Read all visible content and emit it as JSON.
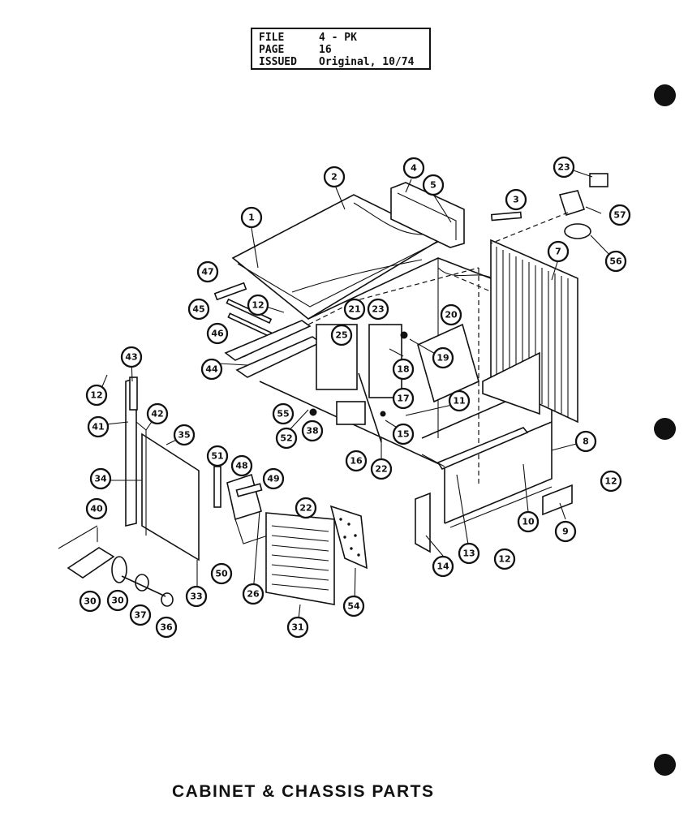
{
  "header": {
    "rows": [
      {
        "label": "FILE",
        "value": "4 - PK"
      },
      {
        "label": "PAGE",
        "value": "16"
      },
      {
        "label": "ISSUED",
        "value": "Original, 10/74"
      }
    ]
  },
  "title": "CABINET & CHASSIS PARTS",
  "callouts": [
    {
      "label": "1"
    },
    {
      "label": "2"
    },
    {
      "label": "3"
    },
    {
      "label": "4"
    },
    {
      "label": "5"
    },
    {
      "label": "7"
    },
    {
      "label": "8"
    },
    {
      "label": "9"
    },
    {
      "label": "10"
    },
    {
      "label": "11"
    },
    {
      "label": "12"
    },
    {
      "label": "12"
    },
    {
      "label": "12"
    },
    {
      "label": "12"
    },
    {
      "label": "13"
    },
    {
      "label": "14"
    },
    {
      "label": "15"
    },
    {
      "label": "16"
    },
    {
      "label": "17"
    },
    {
      "label": "18"
    },
    {
      "label": "19"
    },
    {
      "label": "20"
    },
    {
      "label": "21"
    },
    {
      "label": "22"
    },
    {
      "label": "22"
    },
    {
      "label": "23"
    },
    {
      "label": "23"
    },
    {
      "label": "25"
    },
    {
      "label": "26"
    },
    {
      "label": "30"
    },
    {
      "label": "30"
    },
    {
      "label": "31"
    },
    {
      "label": "33"
    },
    {
      "label": "34"
    },
    {
      "label": "35"
    },
    {
      "label": "36"
    },
    {
      "label": "37"
    },
    {
      "label": "38"
    },
    {
      "label": "40"
    },
    {
      "label": "41"
    },
    {
      "label": "42"
    },
    {
      "label": "43"
    },
    {
      "label": "44"
    },
    {
      "label": "45"
    },
    {
      "label": "46"
    },
    {
      "label": "47"
    },
    {
      "label": "48"
    },
    {
      "label": "49"
    },
    {
      "label": "50"
    },
    {
      "label": "51"
    },
    {
      "label": "52"
    },
    {
      "label": "54"
    },
    {
      "label": "55"
    },
    {
      "label": "56"
    },
    {
      "label": "57"
    }
  ]
}
